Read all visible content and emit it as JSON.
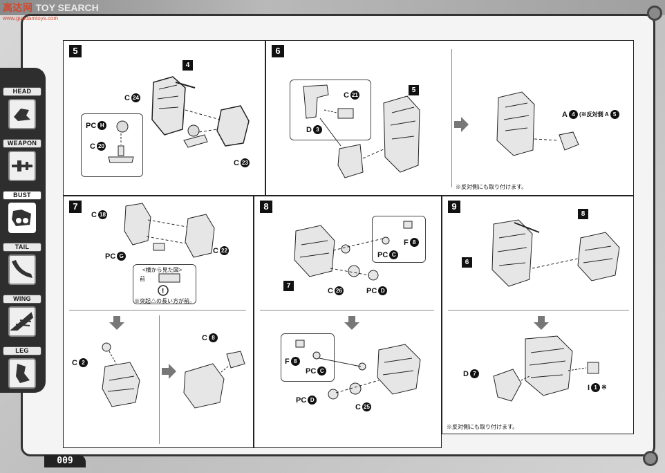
{
  "header": {
    "logo_main": "高达网",
    "logo_rest": "TOY SEARCH",
    "logo_url": "www.gundamtoys.com"
  },
  "sidebar": {
    "items": [
      {
        "label": "HEAD",
        "icon": "head-part-icon",
        "active": false
      },
      {
        "label": "WEAPON",
        "icon": "weapon-part-icon",
        "active": false
      },
      {
        "label": "BUST",
        "icon": "bust-part-icon",
        "active": true
      },
      {
        "label": "TAIL",
        "icon": "tail-part-icon",
        "active": false
      },
      {
        "label": "WING",
        "icon": "wing-part-icon",
        "active": false
      },
      {
        "label": "LEG",
        "icon": "leg-part-icon",
        "active": false
      }
    ]
  },
  "steps": {
    "s5": {
      "num": "5",
      "ref": "4",
      "c24": "C",
      "c24n": "24",
      "pch": "PC",
      "pchn": "H",
      "c20": "C",
      "c20n": "20",
      "c23": "C",
      "c23n": "23"
    },
    "s6": {
      "num": "6",
      "c21": "C",
      "c21n": "21",
      "d3": "D",
      "d3n": "3",
      "ref": "5",
      "a4": "A",
      "a4n": "4",
      "a4note": "(※反対側 A",
      "a4note_n": "5",
      "note": "※反対側にも取り付けます。"
    },
    "s7": {
      "num": "7",
      "c18": "C",
      "c18n": "18",
      "pcg": "PC",
      "pcgn": "G",
      "c22": "C",
      "c22n": "22",
      "view_title": "<横から見た図>",
      "view_front": "前",
      "view_note": "※突起△の長い方が前。",
      "c2": "C",
      "c2n": "2",
      "c8": "C",
      "c8n": "8"
    },
    "s8": {
      "num": "8",
      "ref": "7",
      "f8": "F",
      "f8n": "8",
      "pcc": "PC",
      "pccn": "C",
      "c26": "C",
      "c26n": "26",
      "pcd": "PC",
      "pcdn": "D",
      "f8b": "F",
      "f8bn": "8",
      "pccb": "PC",
      "pccbn": "C",
      "pcdb": "PC",
      "pcdbn": "D",
      "c25": "C",
      "c25n": "25"
    },
    "s9": {
      "num": "9",
      "ref8": "8",
      "ref6": "6",
      "d7": "D",
      "d7n": "7",
      "i1": "I",
      "i1n": "1",
      "i1mark": "※",
      "note": "※反対側にも取り付けます。"
    }
  },
  "footer": {
    "page_number": "009"
  }
}
